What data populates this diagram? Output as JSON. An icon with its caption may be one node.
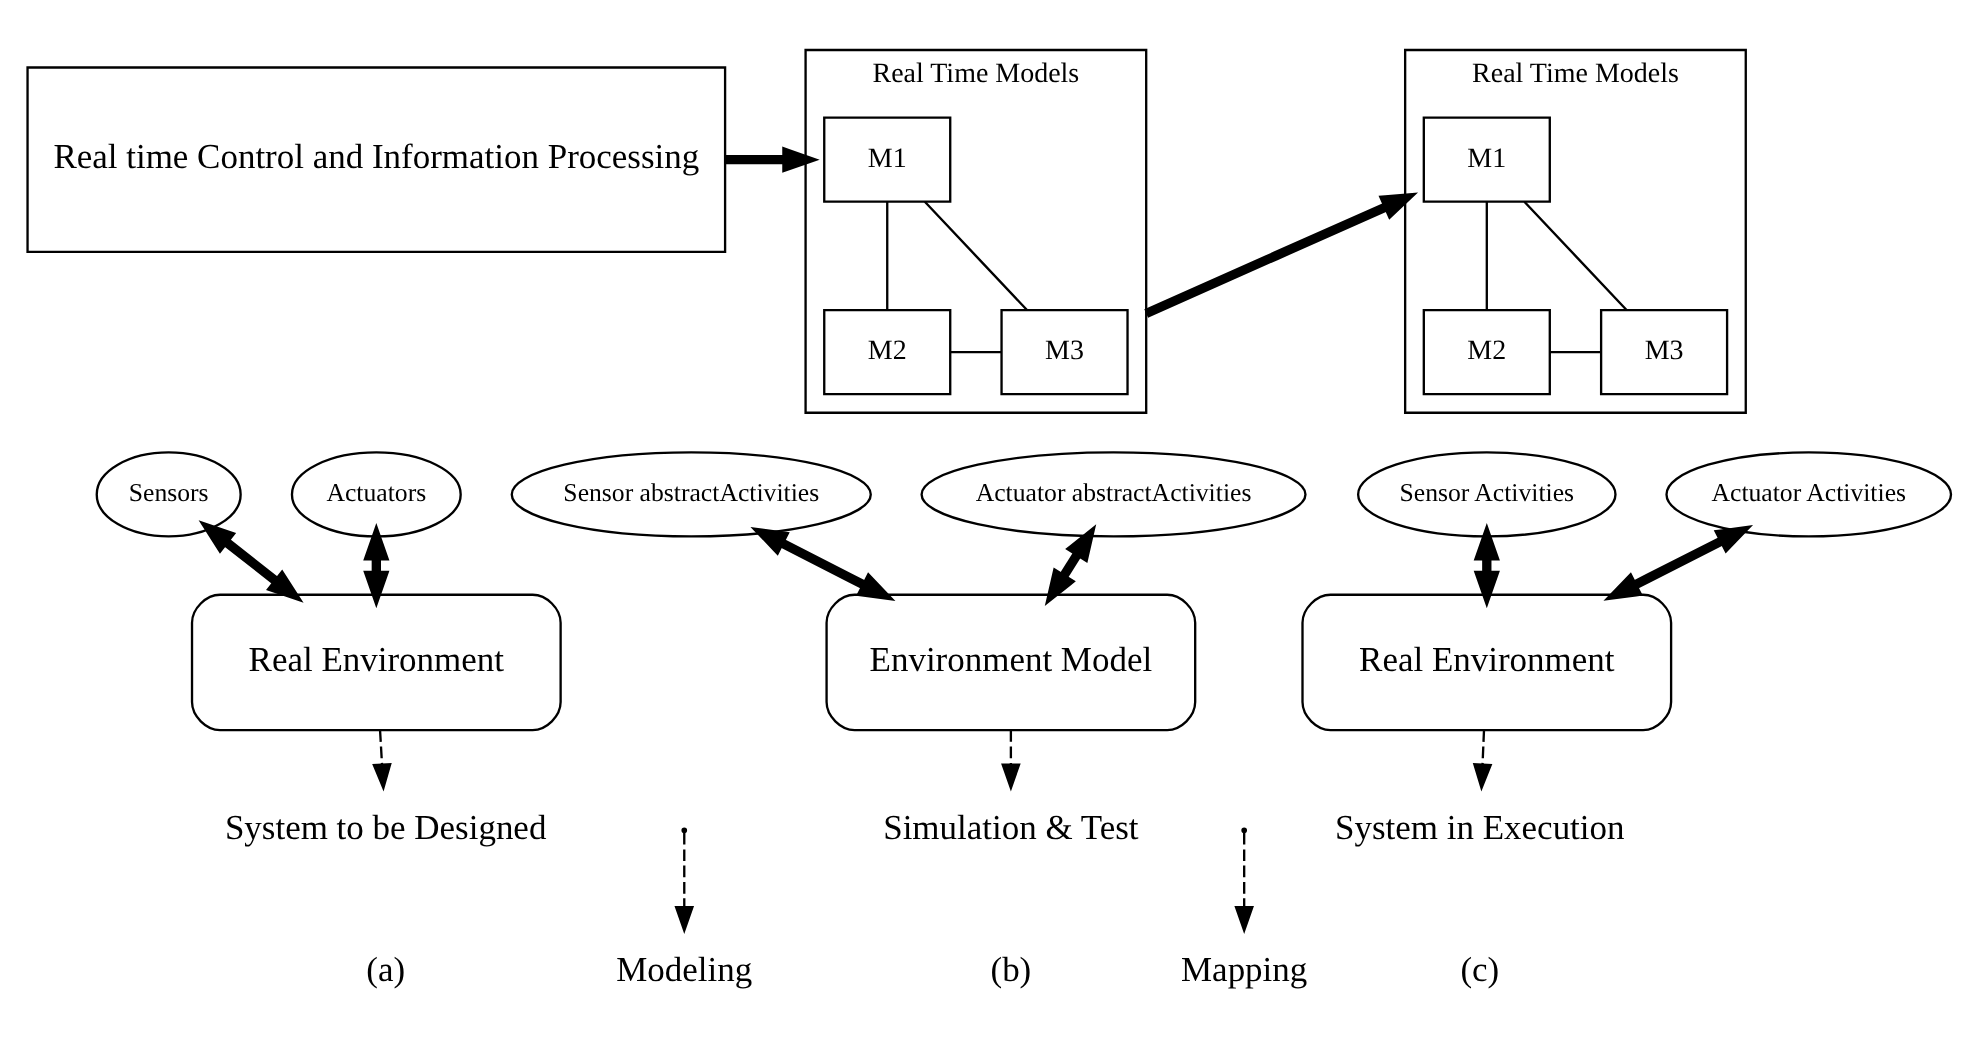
{
  "diagram": {
    "nodes": [
      {
        "text": [
          "Real time Control and Information Processing"
        ]
      },
      {
        "text": [
          "Sensors"
        ]
      },
      {
        "text": [
          "Actuators"
        ]
      },
      {
        "text": [
          "Real Environment"
        ]
      },
      {
        "text": [
          "System to be Designed"
        ]
      },
      {
        "text": [
          "Modeling"
        ]
      },
      {
        "text": [
          "Real Time Models"
        ]
      },
      {
        "text": [
          "M1"
        ],
        "in": 6
      },
      {
        "text": [
          "M2"
        ],
        "in": 6
      },
      {
        "text": [
          "M3"
        ],
        "in": 6
      },
      {
        "text": [
          "Sensor abstractActivities"
        ]
      },
      {
        "text": [
          "Actuator abstractActivities"
        ]
      },
      {
        "text": [
          "Environment Model"
        ]
      },
      {
        "text": [
          "Simulation & Test"
        ]
      },
      {
        "text": [
          "Mapping"
        ]
      },
      {
        "text": [
          "Real Time Models"
        ]
      },
      {
        "text": [
          "M1"
        ],
        "in": 15
      },
      {
        "text": [
          "M2"
        ],
        "in": 15
      },
      {
        "text": [
          "M3"
        ],
        "in": 15
      },
      {
        "text": [
          "Sensor Activities"
        ]
      },
      {
        "text": [
          "Actuator Activities"
        ]
      },
      {
        "text": [
          "Real Environment"
        ]
      },
      {
        "text": [
          "System in Execution"
        ]
      }
    ],
    "edges": [
      {
        "from": 1,
        "to": 3,
        "arrow": "both",
        "style": "thick"
      },
      {
        "from": 2,
        "to": 3,
        "arrow": "both",
        "style": "thick"
      },
      {
        "from": 3,
        "to": 4,
        "arrow": "to",
        "style": "dashed"
      },
      {
        "from": 0,
        "to": 6,
        "arrow": "to",
        "style": "thick"
      },
      {
        "from": null,
        "to": 5,
        "arrow": "to",
        "style": "dashed"
      },
      {
        "from": 7,
        "to": 8,
        "arrow": "none"
      },
      {
        "from": 7,
        "to": 9,
        "arrow": "none"
      },
      {
        "from": 8,
        "to": 9,
        "arrow": "none"
      },
      {
        "from": 10,
        "to": 12,
        "arrow": "both",
        "style": "thick"
      },
      {
        "from": 11,
        "to": 12,
        "arrow": "both",
        "style": "thick"
      },
      {
        "from": 12,
        "to": 13,
        "arrow": "to",
        "style": "dashed"
      },
      {
        "from": 6,
        "to": 15,
        "arrow": "to",
        "style": "thick"
      },
      {
        "from": null,
        "to": 14,
        "arrow": "to",
        "style": "dashed"
      },
      {
        "from": 16,
        "to": 17,
        "arrow": "none"
      },
      {
        "from": 16,
        "to": 18,
        "arrow": "none"
      },
      {
        "from": 17,
        "to": 18,
        "arrow": "none"
      },
      {
        "from": 19,
        "to": 21,
        "arrow": "both",
        "style": "thick"
      },
      {
        "from": 20,
        "to": 21,
        "arrow": "both",
        "style": "thick"
      },
      {
        "from": 21,
        "to": 22,
        "arrow": "to",
        "style": "dashed"
      }
    ],
    "labels": [
      "(a)",
      "(b)",
      "(c)"
    ]
  }
}
